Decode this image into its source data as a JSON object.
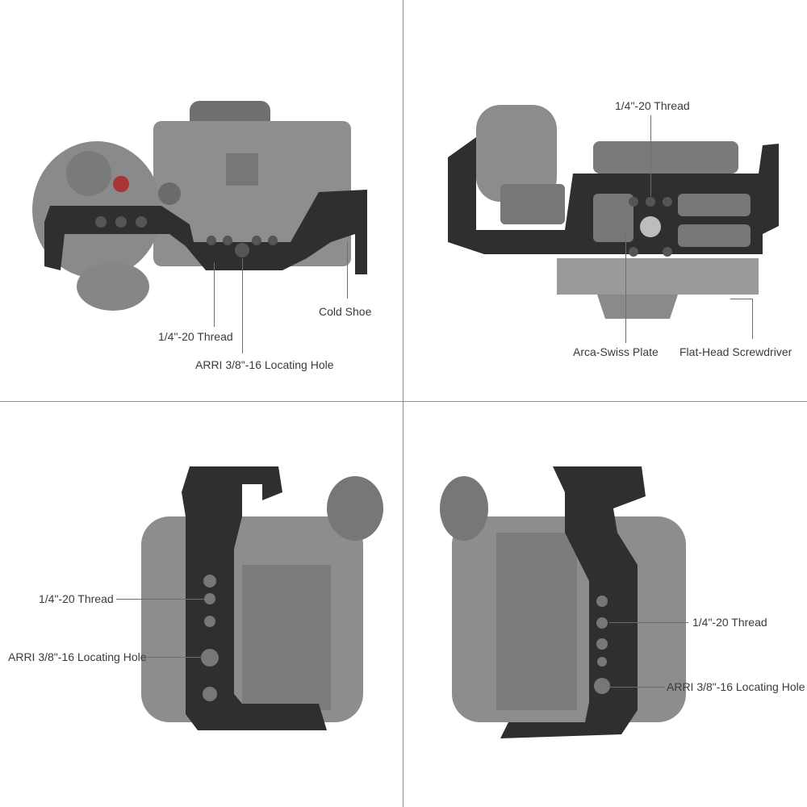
{
  "quadrants": [
    {
      "view": "top",
      "callouts": {
        "cold_shoe": "Cold Shoe",
        "thread": "1/4\"-20 Thread",
        "arri": "ARRI 3/8\"-16 Locating Hole"
      }
    },
    {
      "view": "bottom",
      "callouts": {
        "thread": "1/4\"-20 Thread",
        "arca": "Arca-Swiss Plate",
        "screwdriver": "Flat-Head Screwdriver"
      }
    },
    {
      "view": "left-side",
      "callouts": {
        "thread": "1/4\"-20 Thread",
        "arri": "ARRI 3/8\"-16 Locating Hole"
      }
    },
    {
      "view": "right-side",
      "callouts": {
        "thread": "1/4\"-20 Thread",
        "arri": "ARRI 3/8\"-16 Locating Hole"
      }
    }
  ],
  "colors": {
    "camera": "#8a8a8a",
    "cage": "#2e2f31",
    "callout_line": "#6e6e6e",
    "text": "#3a3a3a"
  }
}
